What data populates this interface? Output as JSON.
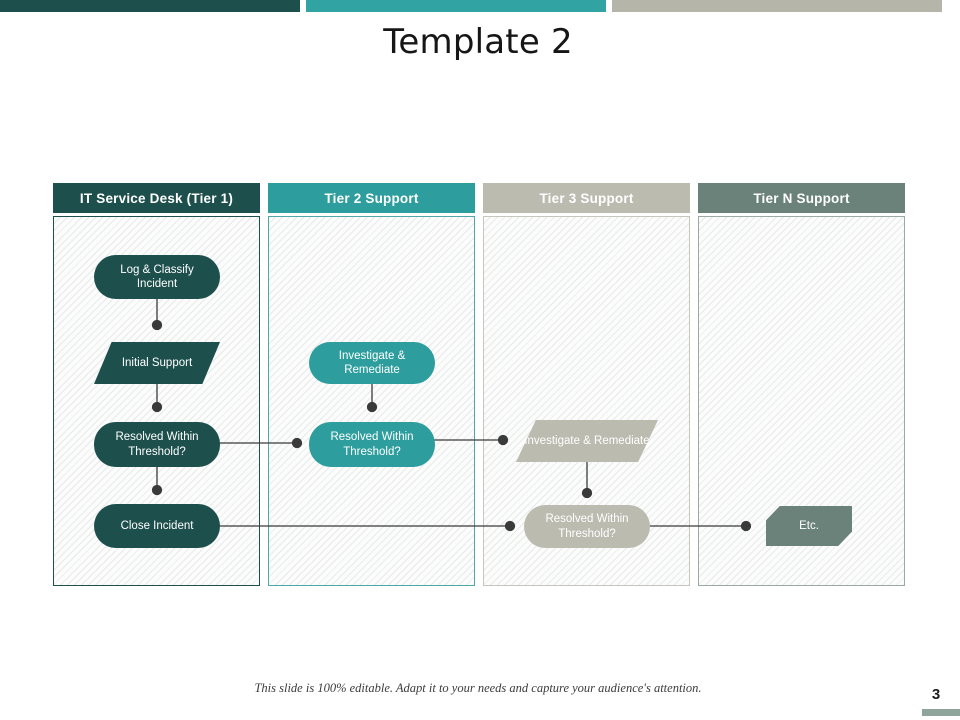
{
  "slide": {
    "title": "Template 2",
    "footnote": "This slide is 100% editable. Adapt it to your needs and capture your audience's attention.",
    "page_number": "3"
  },
  "theme": {
    "tier1": "#1d4f4c",
    "tier2": "#2d9d9d",
    "tier3": "#bbbbb0",
    "tierN": "#6a8279",
    "connector": "#3a3a3a",
    "panel_bg": "#fbfcfb",
    "title_color": "#161616"
  },
  "topbar": {
    "segments": [
      {
        "name": "dark-teal-segment",
        "color": "#1d4f4c"
      },
      {
        "name": "teal-segment",
        "color": "#32a3a3"
      },
      {
        "name": "taupe-segment",
        "color": "#b5b5aa"
      }
    ]
  },
  "columns": [
    {
      "header": "IT Service Desk (Tier 1)",
      "header_color": "#1d4f4c",
      "nodes": [
        {
          "label": "Log & Classify Incident",
          "shape": "rounded"
        },
        {
          "label": "Initial Support",
          "shape": "parallelogram"
        },
        {
          "label": "Resolved  Within Threshold?",
          "shape": "rounded"
        },
        {
          "label": "Close Incident",
          "shape": "rounded"
        }
      ]
    },
    {
      "header": "Tier 2 Support",
      "header_color": "#2d9d9d",
      "nodes": [
        {
          "label": "Investigate & Remediate",
          "shape": "rounded"
        },
        {
          "label": "Resolved  Within Threshold?",
          "shape": "rounded"
        }
      ]
    },
    {
      "header": "Tier 3 Support",
      "header_color": "#bbbbb0",
      "nodes": [
        {
          "label": "Investigate & Remediate",
          "shape": "parallelogram"
        },
        {
          "label": "Resolved  Within Threshold?",
          "shape": "rounded"
        }
      ]
    },
    {
      "header": "Tier N Support",
      "header_color": "#6a8279",
      "nodes": [
        {
          "label": "Etc.",
          "shape": "hexagon"
        }
      ]
    }
  ]
}
